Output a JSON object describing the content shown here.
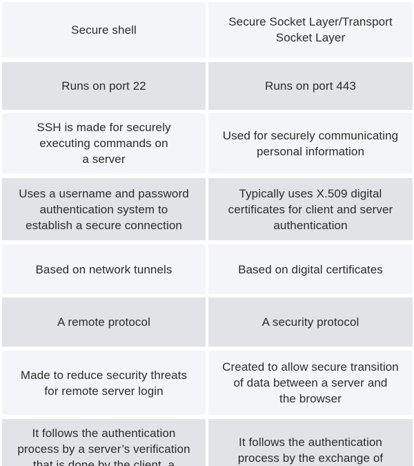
{
  "rows": [
    {
      "left": "Secure shell",
      "right": "Secure Socket Layer/Transport\nSocket Layer"
    },
    {
      "left": "Runs on port 22",
      "right": "Runs on port 443"
    },
    {
      "left": "SSH is made for securely\nexecuting commands on\na server",
      "right": "Used for securely communicating\npersonal information"
    },
    {
      "left": "Uses a username and password\nauthentication system to\nestablish a secure connection",
      "right": "Typically uses X.509 digital\ncertificates for client and server\nauthentication"
    },
    {
      "left": "Based on network tunnels",
      "right": "Based on digital certificates"
    },
    {
      "left": "A remote protocol",
      "right": "A security protocol"
    },
    {
      "left": "Made to reduce security threats\nfor remote server login",
      "right": "Created to allow secure transition\nof data between a server and\nthe browser"
    },
    {
      "left": "It follows the authentication\nprocess by a server’s verification\nthat is done by the client, a session",
      "right": "It follows the authentication\nprocess by the exchange of digital"
    }
  ]
}
